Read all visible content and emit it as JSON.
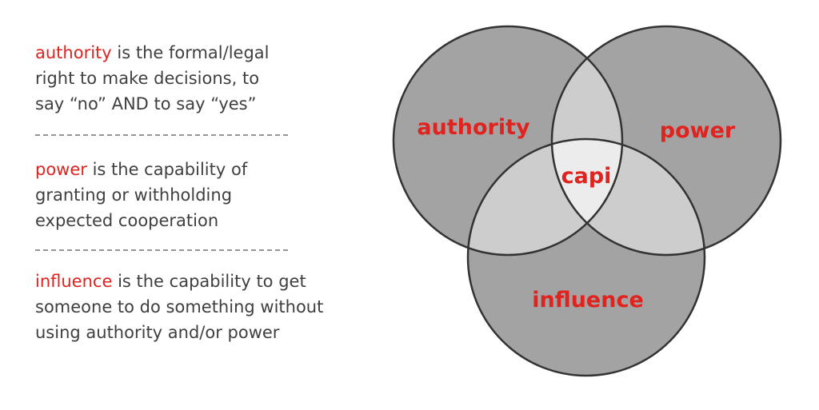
{
  "definitions": [
    {
      "term": "authority",
      "text_lines": [
        " is the formal/legal",
        "right to make decisions, to",
        "say “no” AND to say “yes”"
      ]
    },
    {
      "term": "power",
      "text_lines": [
        " is the capability of",
        "granting or withholding",
        "expected cooperation"
      ]
    },
    {
      "term": "influence",
      "text_lines": [
        " is the capability to get",
        "someone to do something without",
        "using authority and/or power"
      ]
    }
  ],
  "venn": {
    "labels": {
      "authority": "authority",
      "power": "power",
      "influence": "influence",
      "center": "capi"
    },
    "colors": {
      "circle_fill": "#a3a3a3",
      "pair_overlap_fill": "#cdcdcd",
      "center_fill": "#ececec",
      "outline": "#333333",
      "label": "#e0231e"
    }
  }
}
